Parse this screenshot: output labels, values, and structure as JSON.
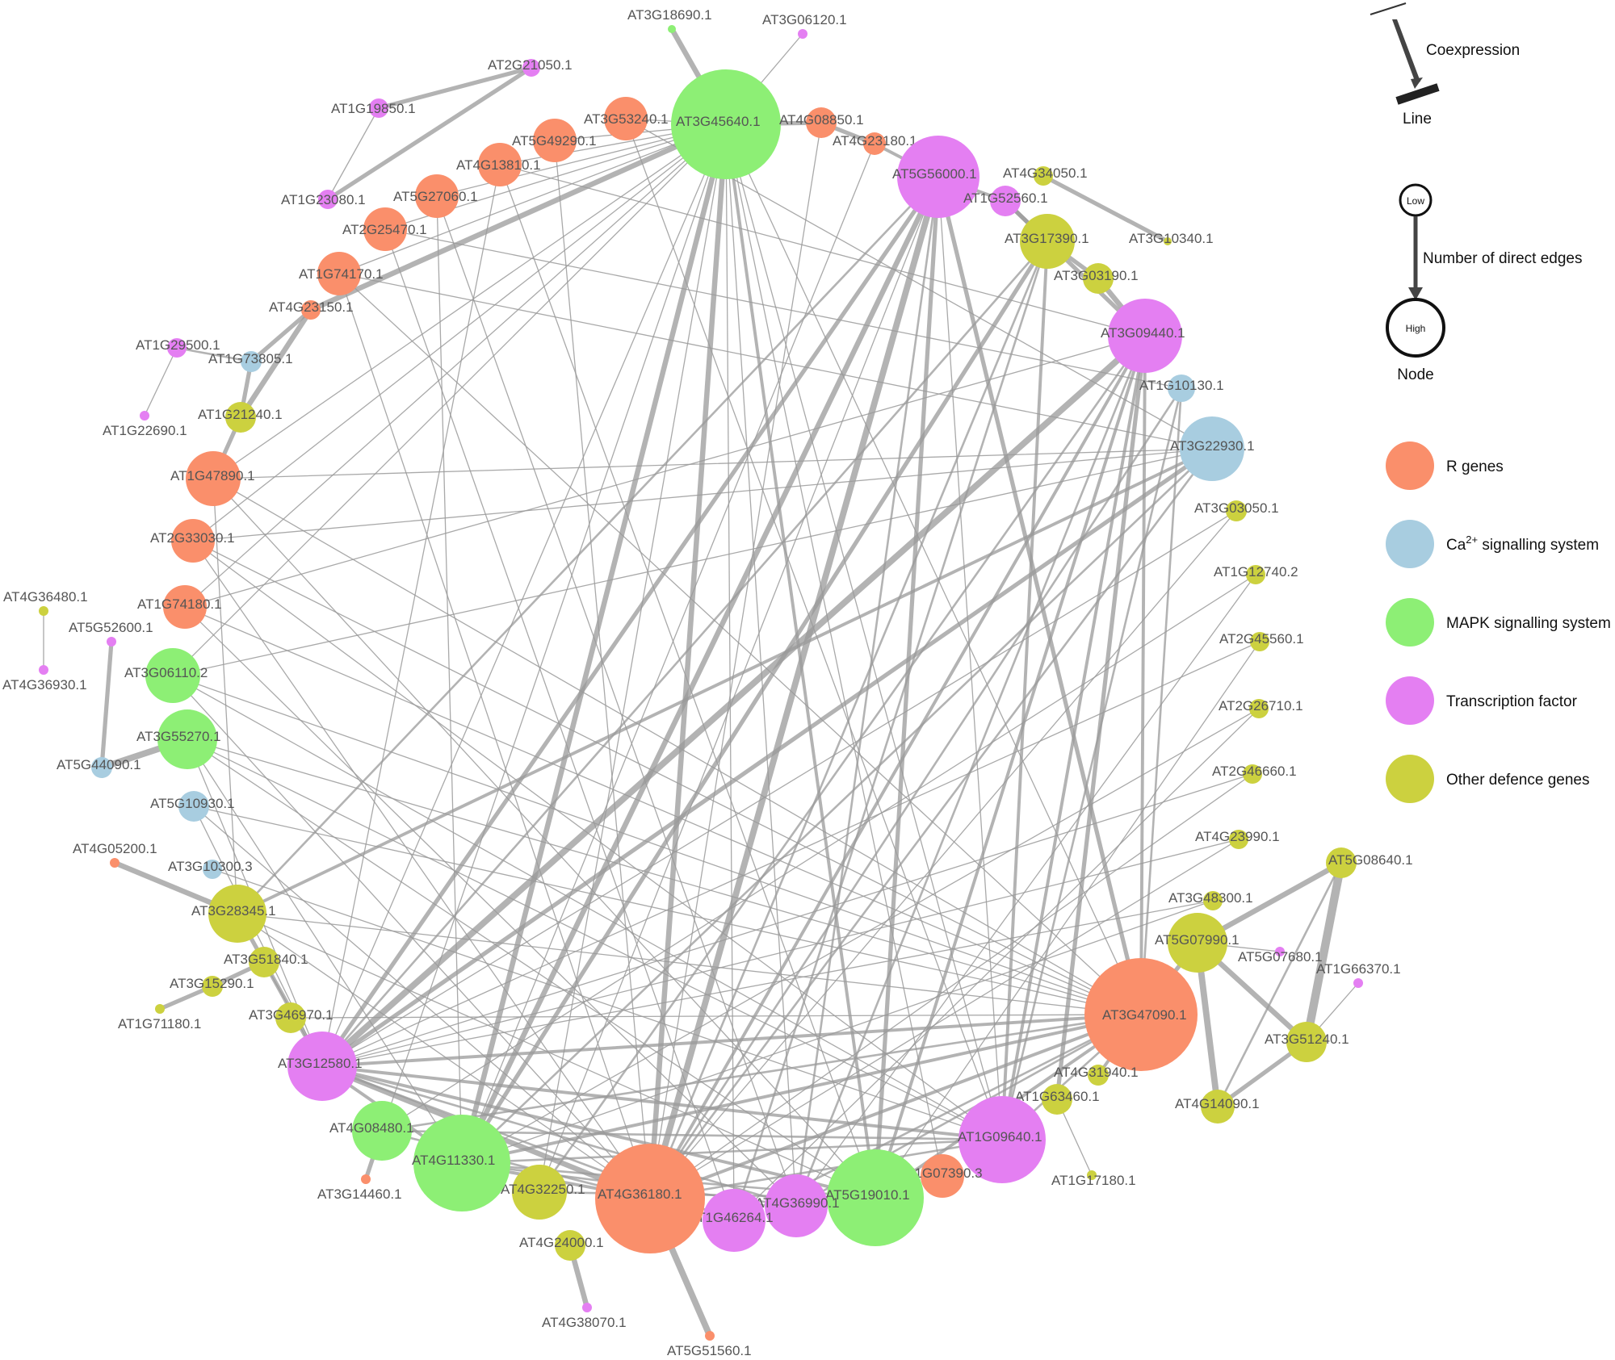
{
  "legend": {
    "edge_title": "Coexpression",
    "edge_label": "Line",
    "node_low": "Low",
    "node_high": "High",
    "node_scale_label": "Number of direct edges",
    "node_label": "Node",
    "categories": [
      {
        "key": "R",
        "label": "R genes",
        "color": "#fa8f6b"
      },
      {
        "key": "Ca",
        "label": "Ca",
        "sup": "2+",
        "label_suffix": " signalling system",
        "color": "#a8cde0"
      },
      {
        "key": "MAPK",
        "label": "MAPK signalling system",
        "color": "#8def75"
      },
      {
        "key": "TF",
        "label": "Transcription factor",
        "color": "#e47ff2"
      },
      {
        "key": "O",
        "label": "Other defence genes",
        "color": "#ccd13f"
      }
    ]
  },
  "nodes": [
    {
      "id": "AT3G18690.1",
      "cat": "MAPK"
    },
    {
      "id": "AT3G06120.1",
      "cat": "TF"
    },
    {
      "id": "AT2G21050.1",
      "cat": "TF"
    },
    {
      "id": "AT1G19850.1",
      "cat": "TF"
    },
    {
      "id": "AT1G23080.1",
      "cat": "TF"
    },
    {
      "id": "AT3G53240.1",
      "cat": "R"
    },
    {
      "id": "AT5G49290.1",
      "cat": "R"
    },
    {
      "id": "AT4G13810.1",
      "cat": "R"
    },
    {
      "id": "AT5G27060.1",
      "cat": "R"
    },
    {
      "id": "AT2G25470.1",
      "cat": "R"
    },
    {
      "id": "AT1G74170.1",
      "cat": "R"
    },
    {
      "id": "AT4G23150.1",
      "cat": "R"
    },
    {
      "id": "AT3G45640.1",
      "cat": "MAPK"
    },
    {
      "id": "AT4G08850.1",
      "cat": "R"
    },
    {
      "id": "AT4G23180.1",
      "cat": "R"
    },
    {
      "id": "AT5G56000.1",
      "cat": "TF"
    },
    {
      "id": "AT1G52560.1",
      "cat": "TF"
    },
    {
      "id": "AT4G34050.1",
      "cat": "O"
    },
    {
      "id": "AT3G10340.1",
      "cat": "O"
    },
    {
      "id": "AT3G17390.1",
      "cat": "O"
    },
    {
      "id": "AT3G03190.1",
      "cat": "O"
    },
    {
      "id": "AT3G09440.1",
      "cat": "TF"
    },
    {
      "id": "AT1G10130.1",
      "cat": "Ca"
    },
    {
      "id": "AT3G22930.1",
      "cat": "Ca"
    },
    {
      "id": "AT3G03050.1",
      "cat": "O"
    },
    {
      "id": "AT1G12740.2",
      "cat": "O"
    },
    {
      "id": "AT2G45560.1",
      "cat": "O"
    },
    {
      "id": "AT2G26710.1",
      "cat": "O"
    },
    {
      "id": "AT2G46660.1",
      "cat": "O"
    },
    {
      "id": "AT4G23990.1",
      "cat": "O"
    },
    {
      "id": "AT5G08640.1",
      "cat": "O"
    },
    {
      "id": "AT3G48300.1",
      "cat": "O"
    },
    {
      "id": "AT5G07990.1",
      "cat": "O"
    },
    {
      "id": "AT5G07680.1",
      "cat": "TF"
    },
    {
      "id": "AT1G66370.1",
      "cat": "TF"
    },
    {
      "id": "AT3G47090.1",
      "cat": "R"
    },
    {
      "id": "AT3G51240.1",
      "cat": "O"
    },
    {
      "id": "AT4G14090.1",
      "cat": "O"
    },
    {
      "id": "AT4G31940.1",
      "cat": "O"
    },
    {
      "id": "AT1G63460.1",
      "cat": "O"
    },
    {
      "id": "AT1G17180.1",
      "cat": "O"
    },
    {
      "id": "AT1G09640.1",
      "cat": "TF"
    },
    {
      "id": "AT1G07390.3",
      "cat": "R"
    },
    {
      "id": "AT5G19010.1",
      "cat": "MAPK"
    },
    {
      "id": "AT4G36990.1",
      "cat": "TF"
    },
    {
      "id": "AT1G46264.1",
      "cat": "TF"
    },
    {
      "id": "AT4G36180.1",
      "cat": "R"
    },
    {
      "id": "AT5G51560.1",
      "cat": "R"
    },
    {
      "id": "AT4G38070.1",
      "cat": "TF"
    },
    {
      "id": "AT4G24000.1",
      "cat": "O"
    },
    {
      "id": "AT4G32250.1",
      "cat": "O"
    },
    {
      "id": "AT4G11330.1",
      "cat": "MAPK"
    },
    {
      "id": "AT3G14460.1",
      "cat": "R"
    },
    {
      "id": "AT4G08480.1",
      "cat": "MAPK"
    },
    {
      "id": "AT3G12580.1",
      "cat": "TF"
    },
    {
      "id": "AT3G46970.1",
      "cat": "O"
    },
    {
      "id": "AT1G71180.1",
      "cat": "O"
    },
    {
      "id": "AT3G15290.1",
      "cat": "O"
    },
    {
      "id": "AT3G51840.1",
      "cat": "O"
    },
    {
      "id": "AT3G28345.1",
      "cat": "O"
    },
    {
      "id": "AT3G10300.3",
      "cat": "Ca"
    },
    {
      "id": "AT4G05200.1",
      "cat": "R"
    },
    {
      "id": "AT5G10930.1",
      "cat": "Ca"
    },
    {
      "id": "AT5G44090.1",
      "cat": "Ca"
    },
    {
      "id": "AT3G55270.1",
      "cat": "MAPK"
    },
    {
      "id": "AT3G06110.2",
      "cat": "MAPK"
    },
    {
      "id": "AT5G52600.1",
      "cat": "TF"
    },
    {
      "id": "AT4G36480.1",
      "cat": "O"
    },
    {
      "id": "AT4G36930.1",
      "cat": "TF"
    },
    {
      "id": "AT1G74180.1",
      "cat": "R"
    },
    {
      "id": "AT2G33030.1",
      "cat": "R"
    },
    {
      "id": "AT1G47890.1",
      "cat": "R"
    },
    {
      "id": "AT1G21240.1",
      "cat": "O"
    },
    {
      "id": "AT1G73805.1",
      "cat": "Ca"
    },
    {
      "id": "AT1G29500.1",
      "cat": "TF"
    },
    {
      "id": "AT1G22690.1",
      "cat": "TF"
    }
  ]
}
